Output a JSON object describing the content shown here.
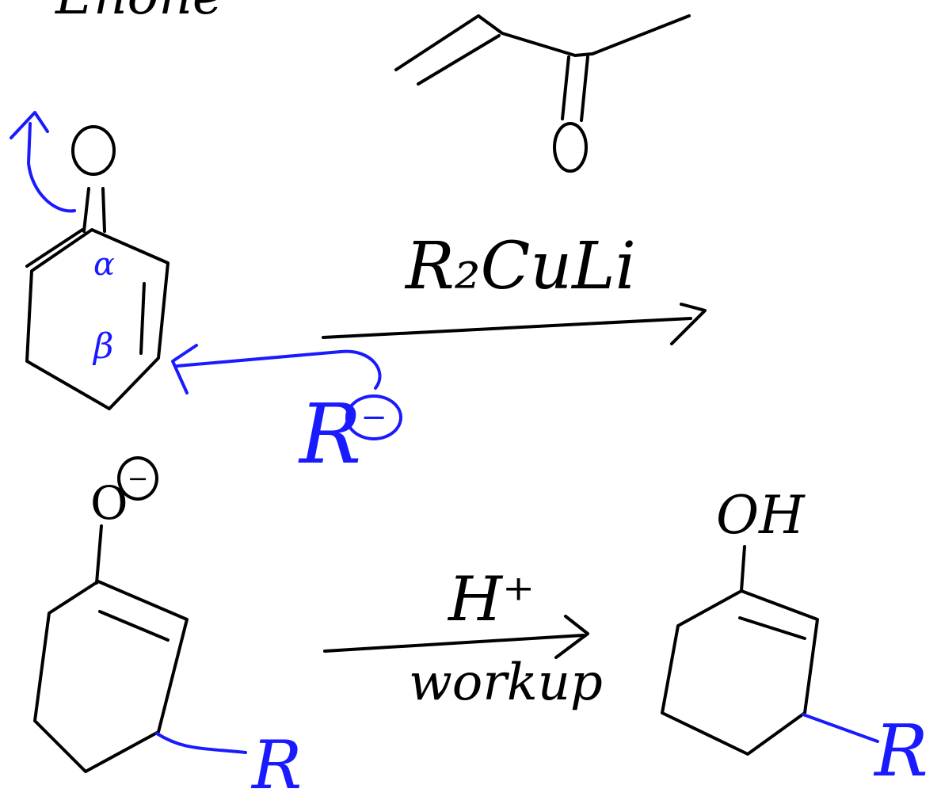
{
  "colors": {
    "ink": "#000000",
    "arrow": "#1a1aff"
  },
  "top_partial_text": "Enone",
  "atoms": {
    "enone_top_oxygen": "O",
    "ketone_oxygen": "O",
    "enolate_oxygen": "O",
    "enolate_charge": "−",
    "enol_hydroxyl": "OH",
    "product_r_group": "R",
    "enol_r_group": "R"
  },
  "labels": {
    "alpha": "α",
    "beta": "β",
    "nucleophile": "R",
    "nucleophile_charge": "−"
  },
  "reagents": {
    "step1": "R₂CuLi",
    "step2_top": "H⁺",
    "step2_bottom": "workup"
  }
}
